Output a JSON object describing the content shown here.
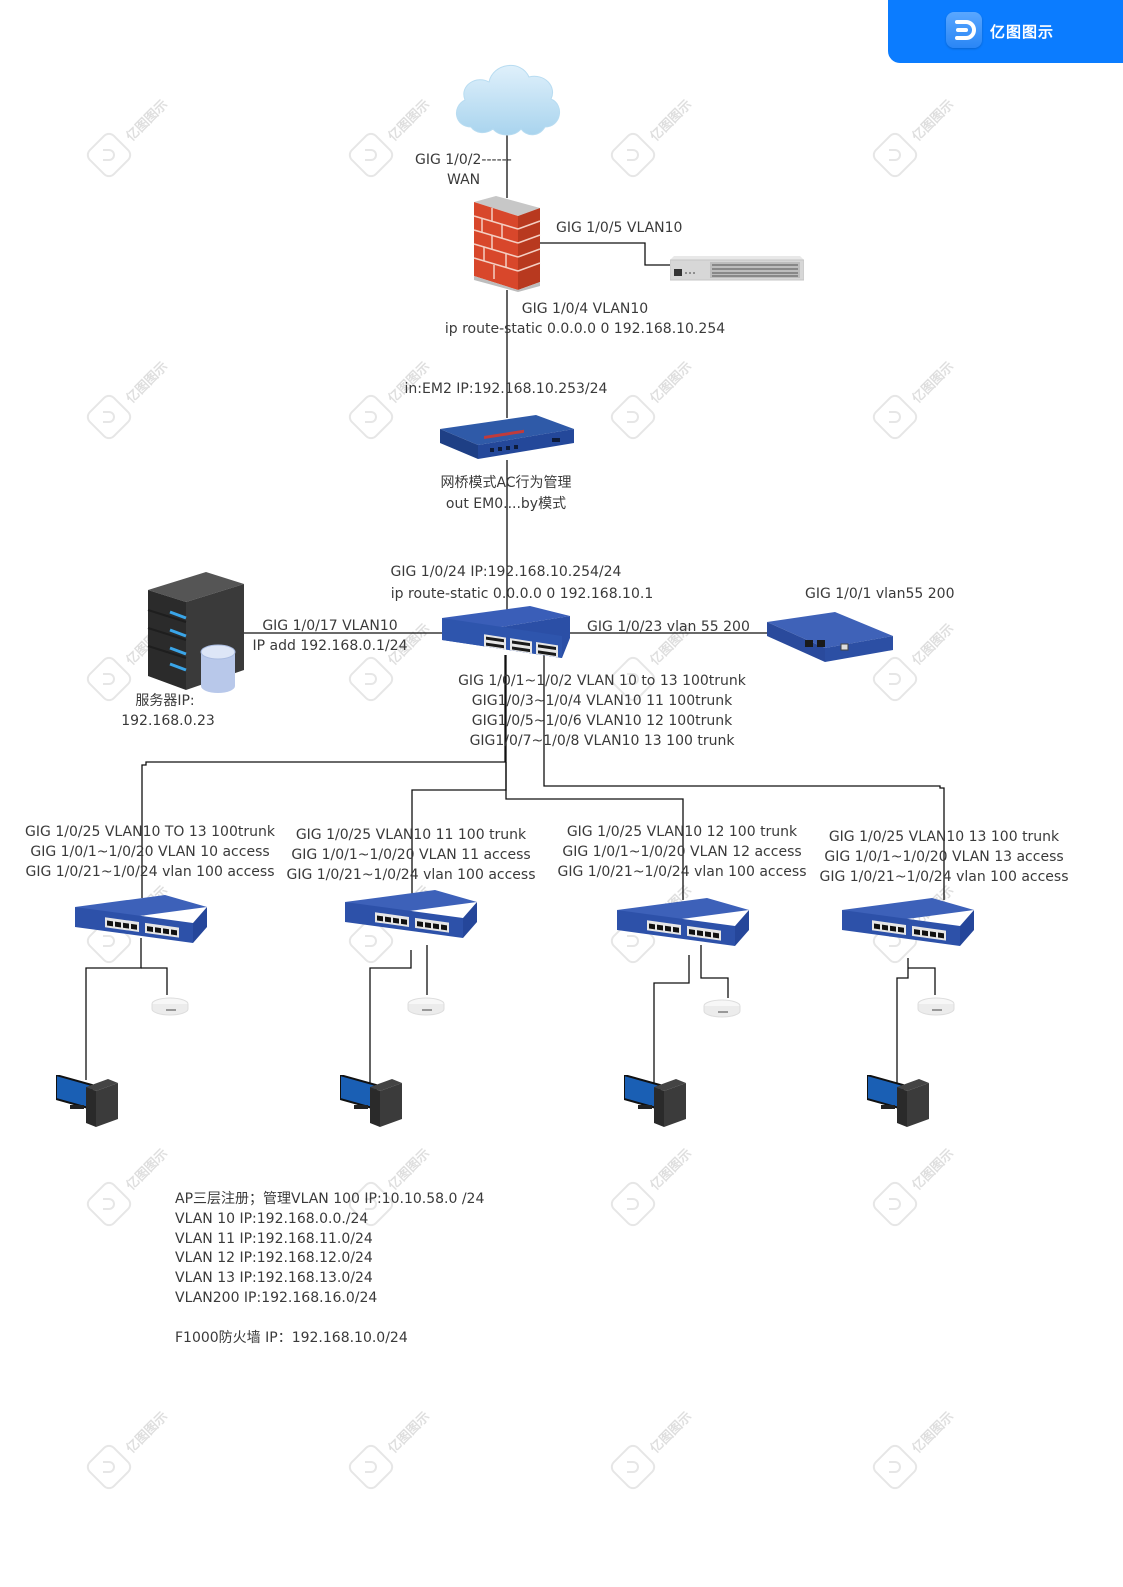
{
  "brand": {
    "name": "亿图图示",
    "accent": "#0b7cff"
  },
  "watermark": {
    "text": "亿图图示"
  },
  "internet": {
    "label_port": "GIG 1/0/2------",
    "label_wan": "WAN"
  },
  "firewall": {
    "port_right": "GIG 1/0/5 VLAN10",
    "port_down": "GIG 1/0/4  VLAN10",
    "route": "ip route-static 0.0.0.0 0 192.168.10.254"
  },
  "ac": {
    "in_label": "in:EM2  IP:192.168.10.253/24",
    "mode_label": "网桥模式AC行为管理",
    "out_label": "out EM0....by模式"
  },
  "core": {
    "uplink_ip": "GIG 1/0/24 IP:192.168.10.254/24",
    "uplink_route": "ip route-static 0.0.0.0 0 192.168.10.1",
    "server_port": "GIG 1/0/17  VLAN10",
    "server_ip_add": "IP add 192.168.0.1/24",
    "right_port": "GIG 1/0/23 vlan 55 200",
    "trunks": [
      "GIG 1/0/1~1/0/2 VLAN 10 to 13 100trunk",
      "GIG1/0/3~1/0/4 VLAN10 11 100trunk",
      "GIG1/0/5~1/0/6 VLAN10 12 100trunk",
      "GIG1/0/7~1/0/8 VLAN10 13 100 trunk"
    ]
  },
  "gateway": {
    "label": "GIG 1/0/1 vlan55  200"
  },
  "server": {
    "label1": "服务器IP:",
    "label2": "192.168.0.23"
  },
  "access_switches": [
    {
      "lines": [
        "GIG 1/0/25 VLAN10 TO 13 100trunk",
        "GIG 1/0/1~1/0/20 VLAN 10 access",
        "GIG 1/0/21~1/0/24  vlan 100 access"
      ]
    },
    {
      "lines": [
        "GIG 1/0/25 VLAN10 11 100 trunk",
        "GIG 1/0/1~1/0/20 VLAN 11 access",
        "GIG 1/0/21~1/0/24  vlan 100 access"
      ]
    },
    {
      "lines": [
        "GIG 1/0/25 VLAN10 12 100 trunk",
        "GIG 1/0/1~1/0/20 VLAN 12 access",
        "GIG 1/0/21~1/0/24  vlan 100 access"
      ]
    },
    {
      "lines": [
        "GIG 1/0/25 VLAN10 13 100 trunk",
        "GIG 1/0/1~1/0/20 VLAN 13 access",
        "GIG 1/0/21~1/0/24  vlan 100 access"
      ]
    }
  ],
  "notes": [
    "AP三层注册；管理VLAN 100 IP:10.10.58.0 /24",
    "VLAN 10 IP:192.168.0.0./24",
    "VLAN 11 IP:192.168.11.0/24",
    "VLAN 12 IP:192.168.12.0/24",
    "VLAN 13 IP:192.168.13.0/24",
    "VLAN200 IP:192.168.16.0/24",
    "",
    "F1000防火墙 IP：192.168.10.0/24"
  ]
}
